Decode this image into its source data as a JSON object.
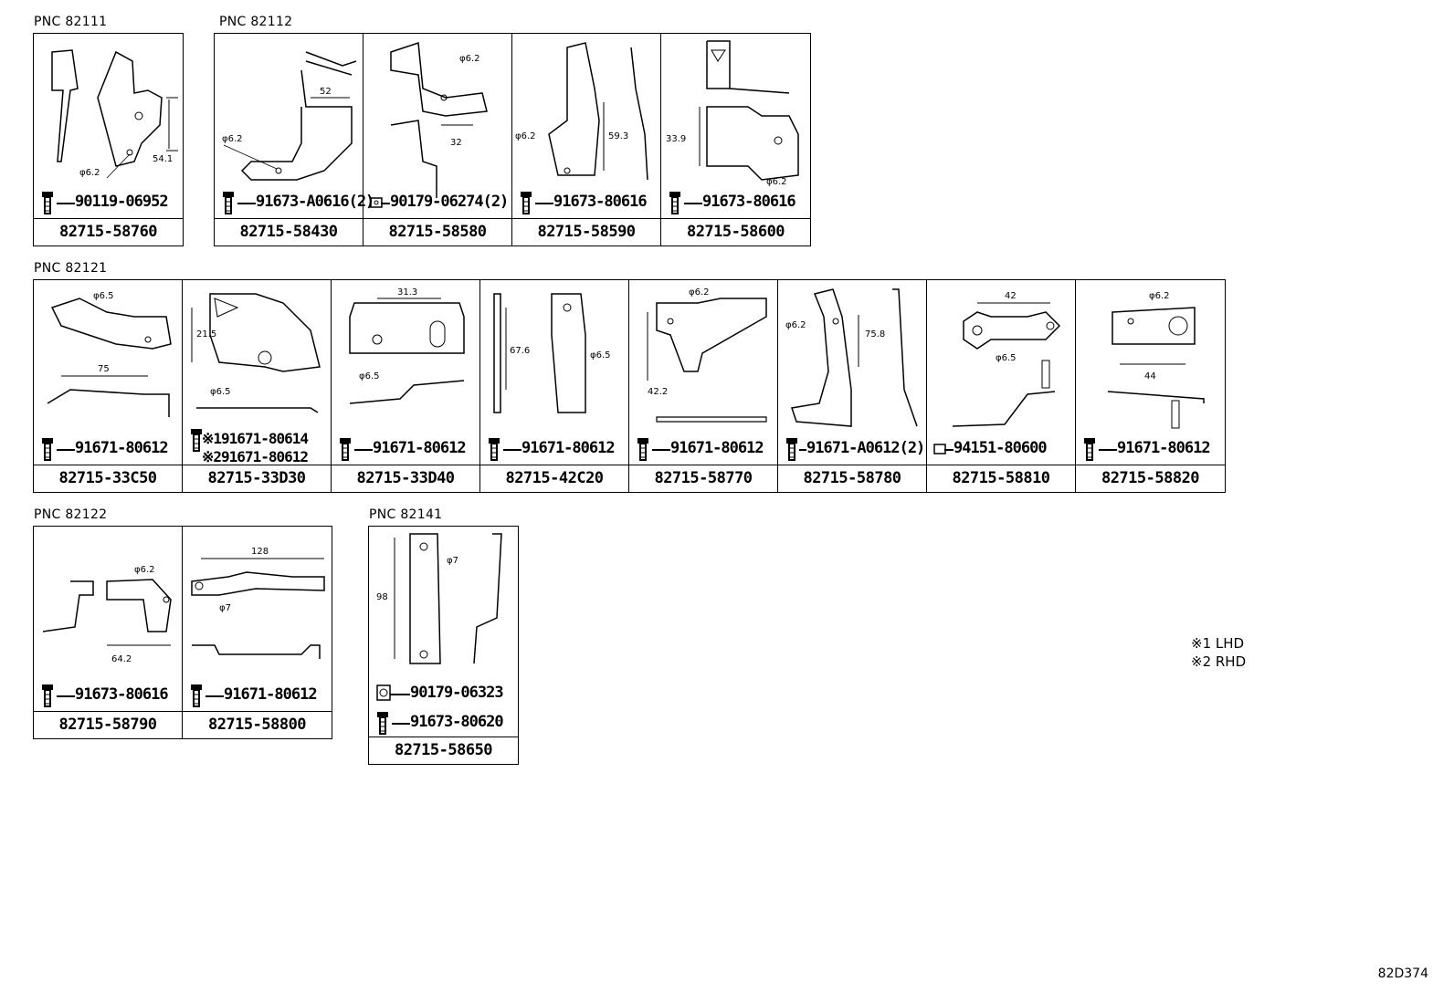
{
  "groups": [
    {
      "pnc": "PNC 82111",
      "cells": [
        {
          "bolts": [
            "90119-06952"
          ],
          "part": "82715-58760",
          "dims": [
            "φ6.2",
            "54.1"
          ]
        }
      ]
    },
    {
      "pnc": "PNC 82112",
      "cells": [
        {
          "bolts": [
            "91673-A0616(2)"
          ],
          "part": "82715-58430",
          "dims": [
            "52",
            "φ6.2"
          ]
        },
        {
          "bolts": [
            "90179-06274(2)"
          ],
          "part": "82715-58580",
          "dims": [
            "φ6.2",
            "32"
          ]
        },
        {
          "bolts": [
            "91673-80616"
          ],
          "part": "82715-58590",
          "dims": [
            "φ6.2",
            "59.3"
          ]
        },
        {
          "bolts": [
            "91673-80616"
          ],
          "part": "82715-58600",
          "dims": [
            "33.9",
            "φ6.2"
          ]
        }
      ]
    },
    {
      "pnc": "PNC 82121",
      "cells": [
        {
          "bolts": [
            "91671-80612"
          ],
          "part": "82715-33C50",
          "dims": [
            "φ6.5",
            "75"
          ]
        },
        {
          "bolts": [
            "※191671-80614",
            "※291671-80612"
          ],
          "part": "82715-33D30",
          "dims": [
            "21.5",
            "φ6.5"
          ]
        },
        {
          "bolts": [
            "91671-80612"
          ],
          "part": "82715-33D40",
          "dims": [
            "31.3",
            "φ6.5"
          ]
        },
        {
          "bolts": [
            "91671-80612"
          ],
          "part": "82715-42C20",
          "dims": [
            "67.6",
            "φ6.5"
          ]
        },
        {
          "bolts": [
            "91671-80612"
          ],
          "part": "82715-58770",
          "dims": [
            "φ6.2",
            "42.2"
          ]
        },
        {
          "bolts": [
            "91671-A0612(2)"
          ],
          "part": "82715-58780",
          "dims": [
            "φ6.2",
            "75.8"
          ]
        },
        {
          "bolts": [
            "94151-80600"
          ],
          "part": "82715-58810",
          "dims": [
            "42",
            "φ6.5"
          ]
        },
        {
          "bolts": [
            "91671-80612"
          ],
          "part": "82715-58820",
          "dims": [
            "φ6.2",
            "44"
          ]
        }
      ]
    },
    {
      "pnc": "PNC 82122",
      "cells": [
        {
          "bolts": [
            "91673-80616"
          ],
          "part": "82715-58790",
          "dims": [
            "φ6.2",
            "64.2"
          ]
        },
        {
          "bolts": [
            "91671-80612"
          ],
          "part": "82715-58800",
          "dims": [
            "128",
            "φ7"
          ]
        }
      ]
    },
    {
      "pnc": "PNC 82141",
      "cells": [
        {
          "bolts": [
            "90179-06323",
            "91673-80620"
          ],
          "part": "82715-58650",
          "dims": [
            "98",
            "φ7"
          ]
        }
      ]
    }
  ],
  "notes": [
    "※1 LHD",
    "※2 RHD"
  ],
  "diagram_code": "82D374"
}
